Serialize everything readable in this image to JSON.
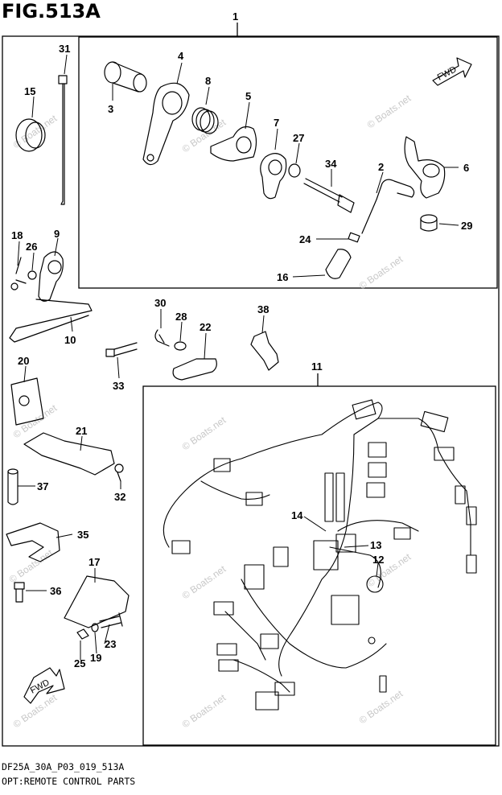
{
  "figure": {
    "title": "FIG.513A",
    "code": "DF25A_30A_P03_019_513A",
    "caption": "OPT:REMOTE CONTROL PARTS"
  },
  "fwd_label": "FWD",
  "watermark": "© Boats.net",
  "callouts": {
    "c1": "1",
    "c2": "2",
    "c3": "3",
    "c4": "4",
    "c5": "5",
    "c6": "6",
    "c7": "7",
    "c8": "8",
    "c9": "9",
    "c10": "10",
    "c11": "11",
    "c12": "12",
    "c13": "13",
    "c14": "14",
    "c15": "15",
    "c16": "16",
    "c17": "17",
    "c18": "18",
    "c19": "19",
    "c20": "20",
    "c21": "21",
    "c22": "22",
    "c23": "23",
    "c24": "24",
    "c25": "25",
    "c26": "26",
    "c27": "27",
    "c28": "28",
    "c29": "29",
    "c30": "30",
    "c31": "31",
    "c32": "32",
    "c33": "33",
    "c34": "34",
    "c35": "35",
    "c36": "36",
    "c37": "37",
    "c38": "38"
  }
}
